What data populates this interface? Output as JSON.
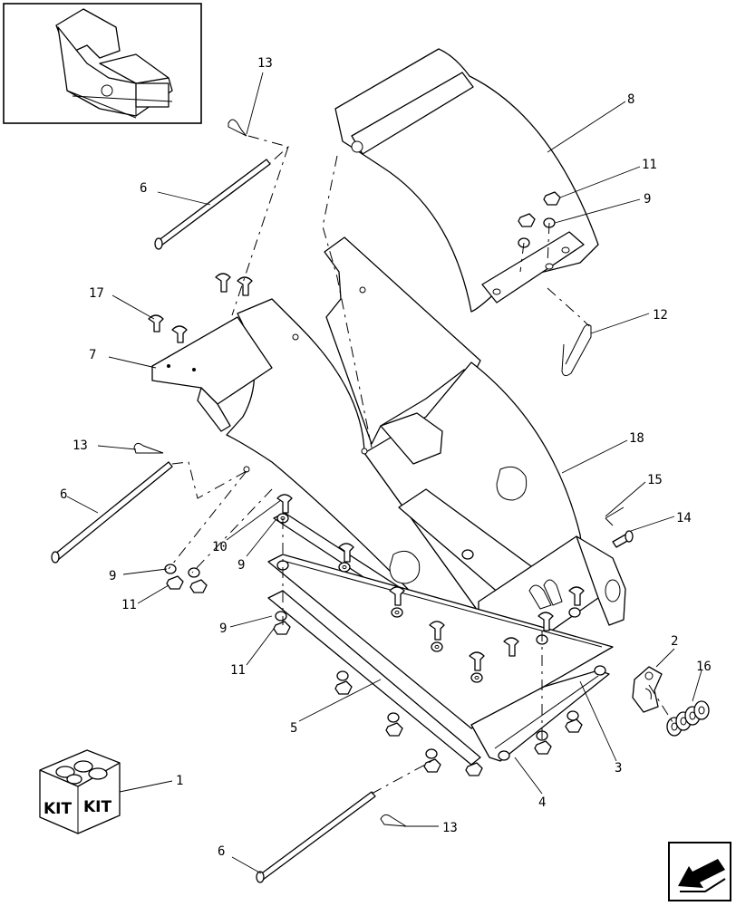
{
  "callouts": {
    "c1": "1",
    "c2": "2",
    "c3": "3",
    "c4": "4",
    "c5": "5",
    "c6a": "6",
    "c6b": "6",
    "c6c": "6",
    "c7": "7",
    "c8": "8",
    "c9a": "9",
    "c9b": "9",
    "c9c": "9",
    "c9d": "9",
    "c10": "10",
    "c11a": "11",
    "c11b": "11",
    "c11c": "11",
    "c12": "12",
    "c13a": "13",
    "c13b": "13",
    "c13c": "13",
    "c14": "14",
    "c15": "15",
    "c16": "16",
    "c17": "17",
    "c18": "18"
  },
  "kit_box": {
    "left_text": "KIT",
    "right_text": "KIT"
  },
  "icons": {
    "nav": "back-arrow-icon",
    "kit": "kit-box-icon",
    "thumbnail": "assembly-thumbnail-icon"
  },
  "colors": {
    "line": "#000000",
    "background": "#ffffff"
  }
}
